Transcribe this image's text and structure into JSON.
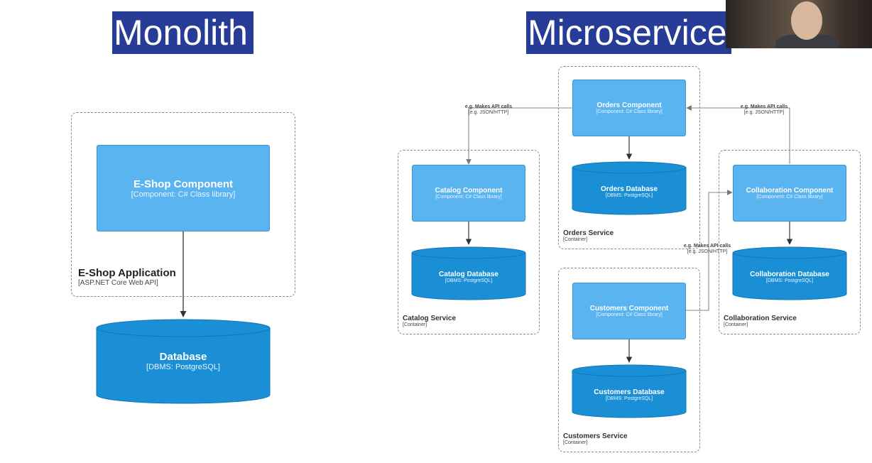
{
  "titles": {
    "monolith": "Monolith",
    "microservice": "Microservice"
  },
  "monolith": {
    "component": {
      "name": "E-Shop Component",
      "type": "[Component: C# Class library]"
    },
    "boundary": {
      "name": "E-Shop Application",
      "type": "[ASP.NET Core Web API]"
    },
    "database": {
      "name": "Database",
      "type": "[DBMS: PostgreSQL]"
    }
  },
  "microservices": {
    "orders": {
      "component": {
        "name": "Orders Component",
        "type": "[Component: C# Class library]"
      },
      "database": {
        "name": "Orders Database",
        "type": "[DBMS: PostgreSQL]"
      },
      "boundary": {
        "name": "Orders Service",
        "type": "[Container]"
      }
    },
    "catalog": {
      "component": {
        "name": "Catalog Component",
        "type": "[Component: C# Class library]"
      },
      "database": {
        "name": "Catalog Database",
        "type": "[DBMS: PostgreSQL]"
      },
      "boundary": {
        "name": "Catalog Service",
        "type": "[Container]"
      }
    },
    "collaboration": {
      "component": {
        "name": "Collaboration Component",
        "type": "[Component: C# Class library]"
      },
      "database": {
        "name": "Collaboration Database",
        "type": "[DBMS: PostgreSQL]"
      },
      "boundary": {
        "name": "Collaboration Service",
        "type": "[Container]"
      }
    },
    "customers": {
      "component": {
        "name": "Customers Component",
        "type": "[Component: C# Class library]"
      },
      "database": {
        "name": "Customers Database",
        "type": "[DBMS: PostgreSQL]"
      },
      "boundary": {
        "name": "Customers Service",
        "type": "[Container]"
      }
    }
  },
  "edges": {
    "orders_to_catalog": {
      "label": "e.g. Makes API calls",
      "tech": "[e.g. JSON/HTTP]"
    },
    "collab_to_orders": {
      "label": "e.g. Makes API calls",
      "tech": "[e.g. JSON/HTTP]"
    },
    "customers_to_collab": {
      "label": "e.g. Makes API calls",
      "tech": "[e.g. JSON/HTTP]"
    }
  },
  "colors": {
    "title_bg": "#263c96",
    "component_fill": "#5ab4f0",
    "database_fill": "#1a8fd6",
    "boundary_stroke": "#8a8a8a"
  },
  "icons": [
    "webcam-video-thumbnail"
  ]
}
